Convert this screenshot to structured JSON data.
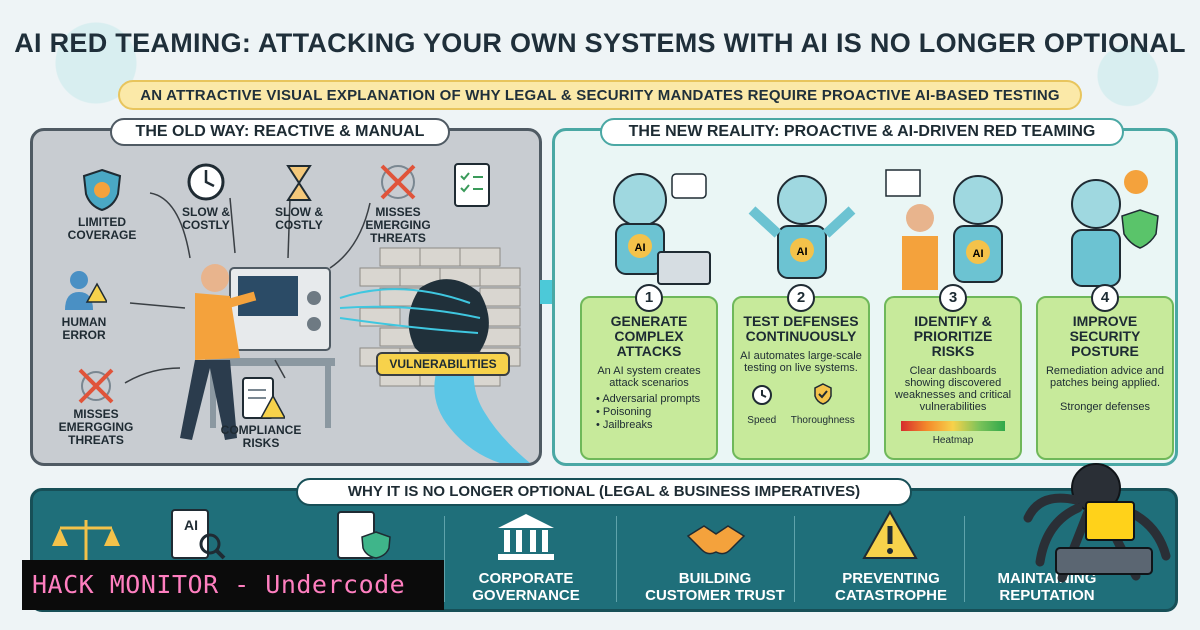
{
  "title": "AI RED TEAMING: ATTACKING YOUR OWN SYSTEMS WITH AI IS NO LONGER OPTIONAL",
  "subtitle": "AN ATTRACTIVE VISUAL EXPLANATION OF WHY LEGAL & SECURITY MANDATES REQUIRE PROACTIVE AI-BASED TESTING",
  "old_way": {
    "header": "THE OLD WAY: REACTIVE & MANUAL",
    "items": [
      "LIMITED COVERAGE",
      "SLOW & COSTLY",
      "SLOW & COSTLY",
      "MISSES EMERGING THREATS",
      "HUMAN ERROR",
      "MISSES EMERGGING THREATS",
      "COMPLIANCE RISKS"
    ],
    "vulnerabilities": "VULNERABILITIES"
  },
  "new_reality": {
    "header": "THE NEW REALITY: PROACTIVE & AI-DRIVEN RED TEAMING",
    "steps": [
      {
        "num": "1",
        "title": "GENERATE COMPLEX ATTACKS",
        "desc": "An AI system creates attack scenarios",
        "bullets": [
          "Adversarial prompts",
          "Poisoning",
          "Jailbreaks"
        ]
      },
      {
        "num": "2",
        "title": "TEST DEFENSES CONTINUOUSLY",
        "desc": "AI automates large-scale testing on live systems.",
        "speed": "Speed",
        "thoroughness": "Thoroughness"
      },
      {
        "num": "3",
        "title": "IDENTIFY & PRIORITIZE RISKS",
        "desc": "Clear dashboards showing discovered weaknesses and critical vulnerabilities",
        "heatmap": "Heatmap"
      },
      {
        "num": "4",
        "title": "IMPROVE SECURITY POSTURE",
        "desc": "Remediation advice and patches being applied.",
        "note": "Stronger defenses"
      }
    ],
    "robot_ai_label": "AI"
  },
  "imperatives": {
    "header": "WHY IT IS NO LONGER OPTIONAL (LEGAL & BUSINESS IMPERATIVES)",
    "items": [
      "CORPORATE GOVERNANCE",
      "BUILDING CUSTOMER TRUST",
      "PREVENTING CATASTROPHE",
      "MAINTAINING REPUTATION"
    ],
    "ai_doc_label": "AI"
  },
  "watermark": "HACK MONITOR - Undercode",
  "colors": {
    "accent": "#1f6f7a",
    "step_green": "#c7ea9b",
    "pill": "#fbe9a8",
    "warning": "#f7d24b"
  }
}
